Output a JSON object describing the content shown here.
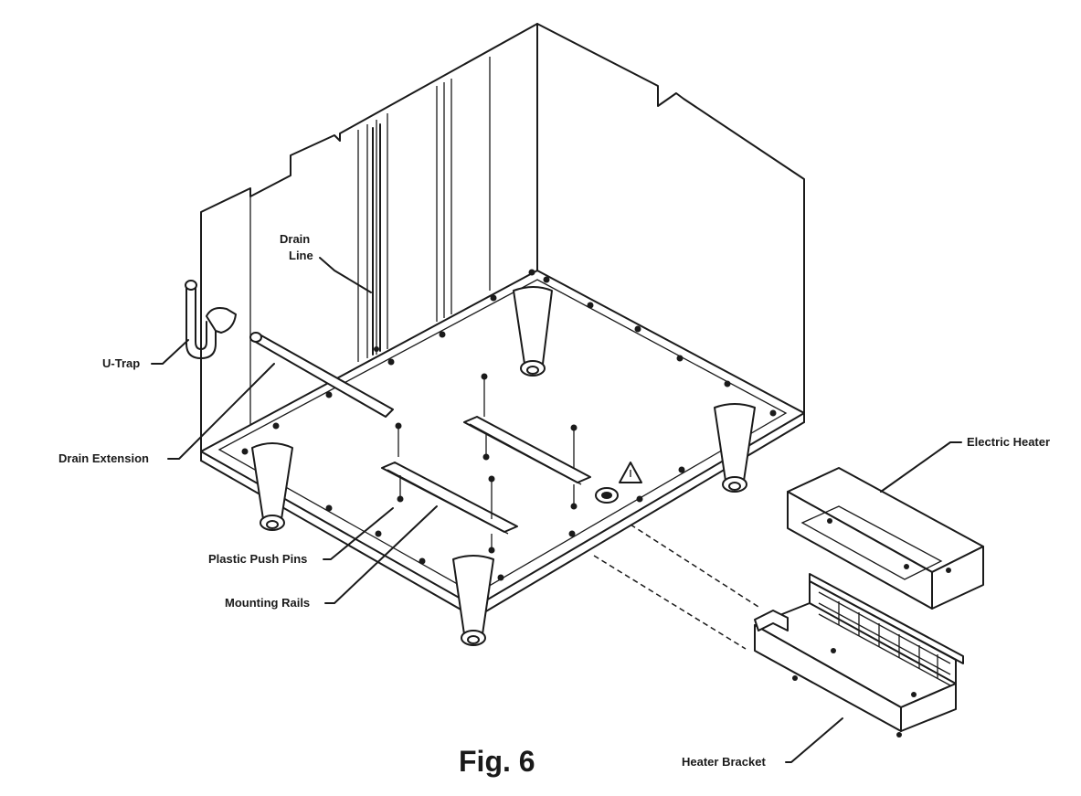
{
  "figure": {
    "caption": "Fig. 6",
    "labels": {
      "drain_line_1": "Drain",
      "drain_line_2": "Line",
      "u_trap": "U-Trap",
      "drain_extension": "Drain Extension",
      "electric_heater": "Electric Heater",
      "plastic_push_pins": "Plastic Push Pins",
      "mounting_rails": "Mounting Rails",
      "heater_bracket": "Heater Bracket"
    }
  },
  "colors": {
    "ink": "#1a1a1a",
    "paper": "#ffffff"
  }
}
